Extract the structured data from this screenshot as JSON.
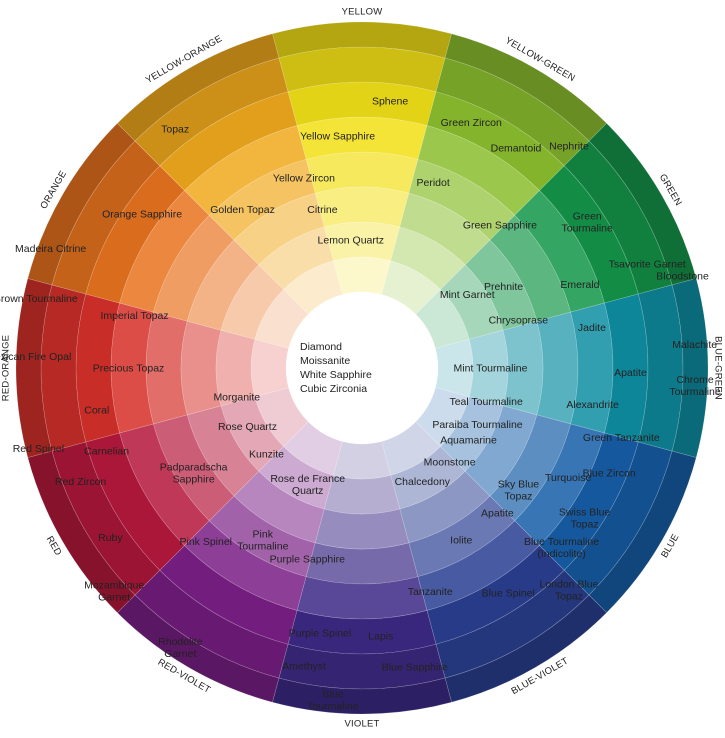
{
  "hues": [
    "YELLOW",
    "YELLOW-GREEN",
    "GREEN",
    "BLUE-GREEN",
    "BLUE",
    "BLUE-VIOLET",
    "VIOLET",
    "RED-VIOLET",
    "RED",
    "RED-ORANGE",
    "ORANGE",
    "YELLOW-ORANGE"
  ],
  "hue_colors": [
    "#f2e017",
    "#8bbf2f",
    "#14964a",
    "#0f8fa3",
    "#165ea8",
    "#2a3f92",
    "#3d2a86",
    "#7a1f86",
    "#b6183c",
    "#d6302a",
    "#e8731f",
    "#f0a91d"
  ],
  "center": [
    "Diamond",
    "Moissanite",
    "White Sapphire",
    "Cubic Zirconia"
  ],
  "gemstones": [
    {
      "lines": [
        "Sphene"
      ],
      "angle": 6,
      "ring": 5
    },
    {
      "lines": [
        "Green Zircon"
      ],
      "angle": 24,
      "ring": 5
    },
    {
      "lines": [
        "Demantoid"
      ],
      "angle": 35,
      "ring": 5
    },
    {
      "lines": [
        "Nephrite"
      ],
      "angle": 43,
      "ring": 6
    },
    {
      "lines": [
        "Green",
        "Tourmaline"
      ],
      "angle": 57,
      "ring": 5
    },
    {
      "lines": [
        "Emerald"
      ],
      "angle": 69,
      "ring": 4
    },
    {
      "lines": [
        "Tsavorite Garnet"
      ],
      "angle": 70,
      "ring": 6
    },
    {
      "lines": [
        "Bloodstone"
      ],
      "angle": 74,
      "ring": 7
    },
    {
      "lines": [
        "Jadite"
      ],
      "angle": 80,
      "ring": 4
    },
    {
      "lines": [
        "Malachite"
      ],
      "angle": 86,
      "ring": 7
    },
    {
      "lines": [
        "Apatite"
      ],
      "angle": 91,
      "ring": 5
    },
    {
      "lines": [
        "Chrome",
        "Tourmaline"
      ],
      "angle": 93,
      "ring": 7
    },
    {
      "lines": [
        "Alexandrite"
      ],
      "angle": 99,
      "ring": 4
    },
    {
      "lines": [
        "Yellow Sapphire"
      ],
      "angle": 354,
      "ring": 4
    },
    {
      "lines": [
        "Peridot"
      ],
      "angle": 21,
      "ring": 3
    },
    {
      "lines": [
        "Green Sapphire"
      ],
      "angle": 44,
      "ring": 3
    },
    {
      "lines": [
        "Yellow Zircon"
      ],
      "angle": 343,
      "ring": 3
    },
    {
      "lines": [
        "Citrine"
      ],
      "angle": 346,
      "ring": 2
    },
    {
      "lines": [
        "Prehnite"
      ],
      "angle": 60,
      "ring": 2
    },
    {
      "lines": [
        "Chrysoprase"
      ],
      "angle": 73,
      "ring": 2
    },
    {
      "lines": [
        "Lemon Quartz"
      ],
      "angle": 355,
      "ring": 1
    },
    {
      "lines": [
        "Mint Garnet"
      ],
      "angle": 55,
      "ring": 1
    },
    {
      "lines": [
        "Mint Tourmaline"
      ],
      "angle": 90,
      "ring": 1
    },
    {
      "lines": [
        "Teal Tourmaline"
      ],
      "angle": 105,
      "ring": 1
    },
    {
      "lines": [
        "Paraiba Tourmaline"
      ],
      "angle": 116,
      "ring": 1
    },
    {
      "lines": [
        "Aquamarine"
      ],
      "angle": 124,
      "ring": 1
    },
    {
      "lines": [
        "Moonstone"
      ],
      "angle": 137,
      "ring": 1
    },
    {
      "lines": [
        "Chalcedony"
      ],
      "angle": 152,
      "ring": 1
    },
    {
      "lines": [
        "Green Tanzanite"
      ],
      "angle": 105,
      "ring": 5
    },
    {
      "lines": [
        "Blue Zircon"
      ],
      "angle": 113,
      "ring": 5
    },
    {
      "lines": [
        "Turquoise"
      ],
      "angle": 118,
      "ring": 4
    },
    {
      "lines": [
        "Swiss Blue",
        "Topaz"
      ],
      "angle": 124,
      "ring": 5
    },
    {
      "lines": [
        "Sky Blue",
        "Topaz"
      ],
      "angle": 128,
      "ring": 3
    },
    {
      "lines": [
        "Apatite"
      ],
      "angle": 137,
      "ring": 3
    },
    {
      "lines": [
        "Blue Tourmaline",
        "(Indicolite)"
      ],
      "angle": 132,
      "ring": 5
    },
    {
      "lines": [
        "London Blue",
        "Topaz"
      ],
      "angle": 137,
      "ring": 6
    },
    {
      "lines": [
        "Iolite"
      ],
      "angle": 150,
      "ring": 3
    },
    {
      "lines": [
        "Blue Spinel"
      ],
      "angle": 147,
      "ring": 5
    },
    {
      "lines": [
        "Tanzanite"
      ],
      "angle": 163,
      "ring": 4
    },
    {
      "lines": [
        "Lapis"
      ],
      "angle": 176,
      "ring": 5
    },
    {
      "lines": [
        "Blue Sapphire"
      ],
      "angle": 170,
      "ring": 6
    },
    {
      "lines": [
        "Blue",
        "Tourmaline"
      ],
      "angle": 185,
      "ring": 7
    },
    {
      "lines": [
        "Purple Spinel"
      ],
      "angle": 189,
      "ring": 5
    },
    {
      "lines": [
        "Amethyst"
      ],
      "angle": 191,
      "ring": 6
    },
    {
      "lines": [
        "Purple Sapphire"
      ],
      "angle": 196,
      "ring": 3
    },
    {
      "lines": [
        "Rose de France",
        "Quartz"
      ],
      "angle": 205,
      "ring": 1
    },
    {
      "lines": [
        "Kunzite"
      ],
      "angle": 228,
      "ring": 1
    },
    {
      "lines": [
        "Rose Quartz"
      ],
      "angle": 243,
      "ring": 1
    },
    {
      "lines": [
        "Morganite"
      ],
      "angle": 257,
      "ring": 1
    },
    {
      "lines": [
        "Pink",
        "Tourmaline"
      ],
      "angle": 210,
      "ring": 3
    },
    {
      "lines": [
        "Pink Spinel"
      ],
      "angle": 222,
      "ring": 4
    },
    {
      "lines": [
        "Rhodolite",
        "Garnet"
      ],
      "angle": 213,
      "ring": 7
    },
    {
      "lines": [
        "Padparadscha",
        "Sapphire"
      ],
      "angle": 238,
      "ring": 3
    },
    {
      "lines": [
        "Ruby"
      ],
      "angle": 236,
      "ring": 6
    },
    {
      "lines": [
        "Mozambique",
        "Garnet"
      ],
      "angle": 228,
      "ring": 7
    },
    {
      "lines": [
        "Red Zircon"
      ],
      "angle": 248,
      "ring": 6
    },
    {
      "lines": [
        "Carnelian"
      ],
      "angle": 252,
      "ring": 5
    },
    {
      "lines": [
        "Red Spinel"
      ],
      "angle": 256,
      "ring": 7
    },
    {
      "lines": [
        "Coral"
      ],
      "angle": 261,
      "ring": 5
    },
    {
      "lines": [
        "Precious Topaz"
      ],
      "angle": 270,
      "ring": 4
    },
    {
      "lines": [
        "Mexican Fire Opal"
      ],
      "angle": 272,
      "ring": 7
    },
    {
      "lines": [
        "Brown Tourmaline"
      ],
      "angle": 282,
      "ring": 7
    },
    {
      "lines": [
        "Imperial Topaz"
      ],
      "angle": 283,
      "ring": 4
    },
    {
      "lines": [
        "Madeira Citrine"
      ],
      "angle": 291,
      "ring": 7
    },
    {
      "lines": [
        "Orange Sapphire"
      ],
      "angle": 305,
      "ring": 5
    },
    {
      "lines": [
        "Golden Topaz"
      ],
      "angle": 323,
      "ring": 3
    },
    {
      "lines": [
        "Topaz"
      ],
      "angle": 322,
      "ring": 6
    }
  ]
}
